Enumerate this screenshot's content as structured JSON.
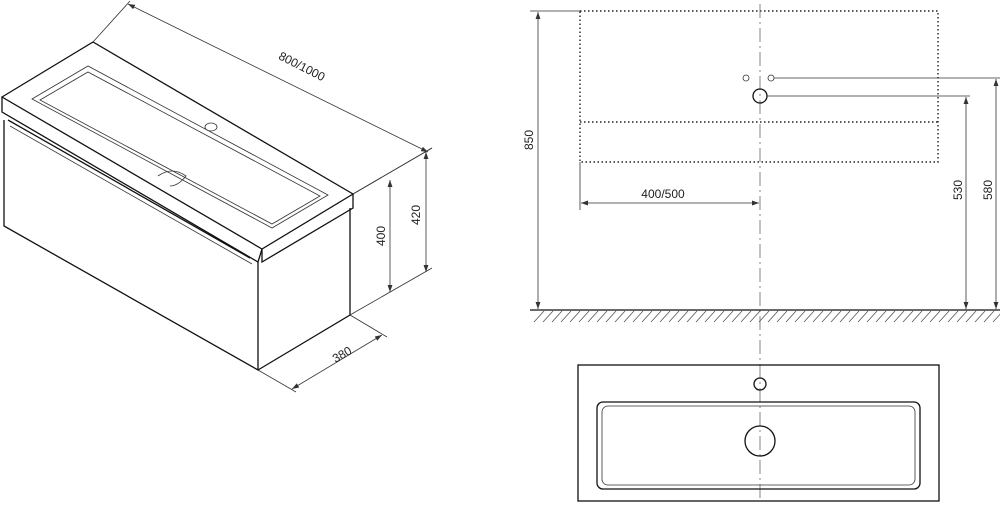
{
  "dimensions": {
    "width": "800/1000",
    "drawer_height": "400",
    "cabinet_height": "420",
    "depth": "380",
    "mount_height": "850",
    "offset": "400/500",
    "drain_height": "530",
    "tap_height": "580"
  },
  "colors": {
    "line": "#111111",
    "background": "#ffffff"
  }
}
